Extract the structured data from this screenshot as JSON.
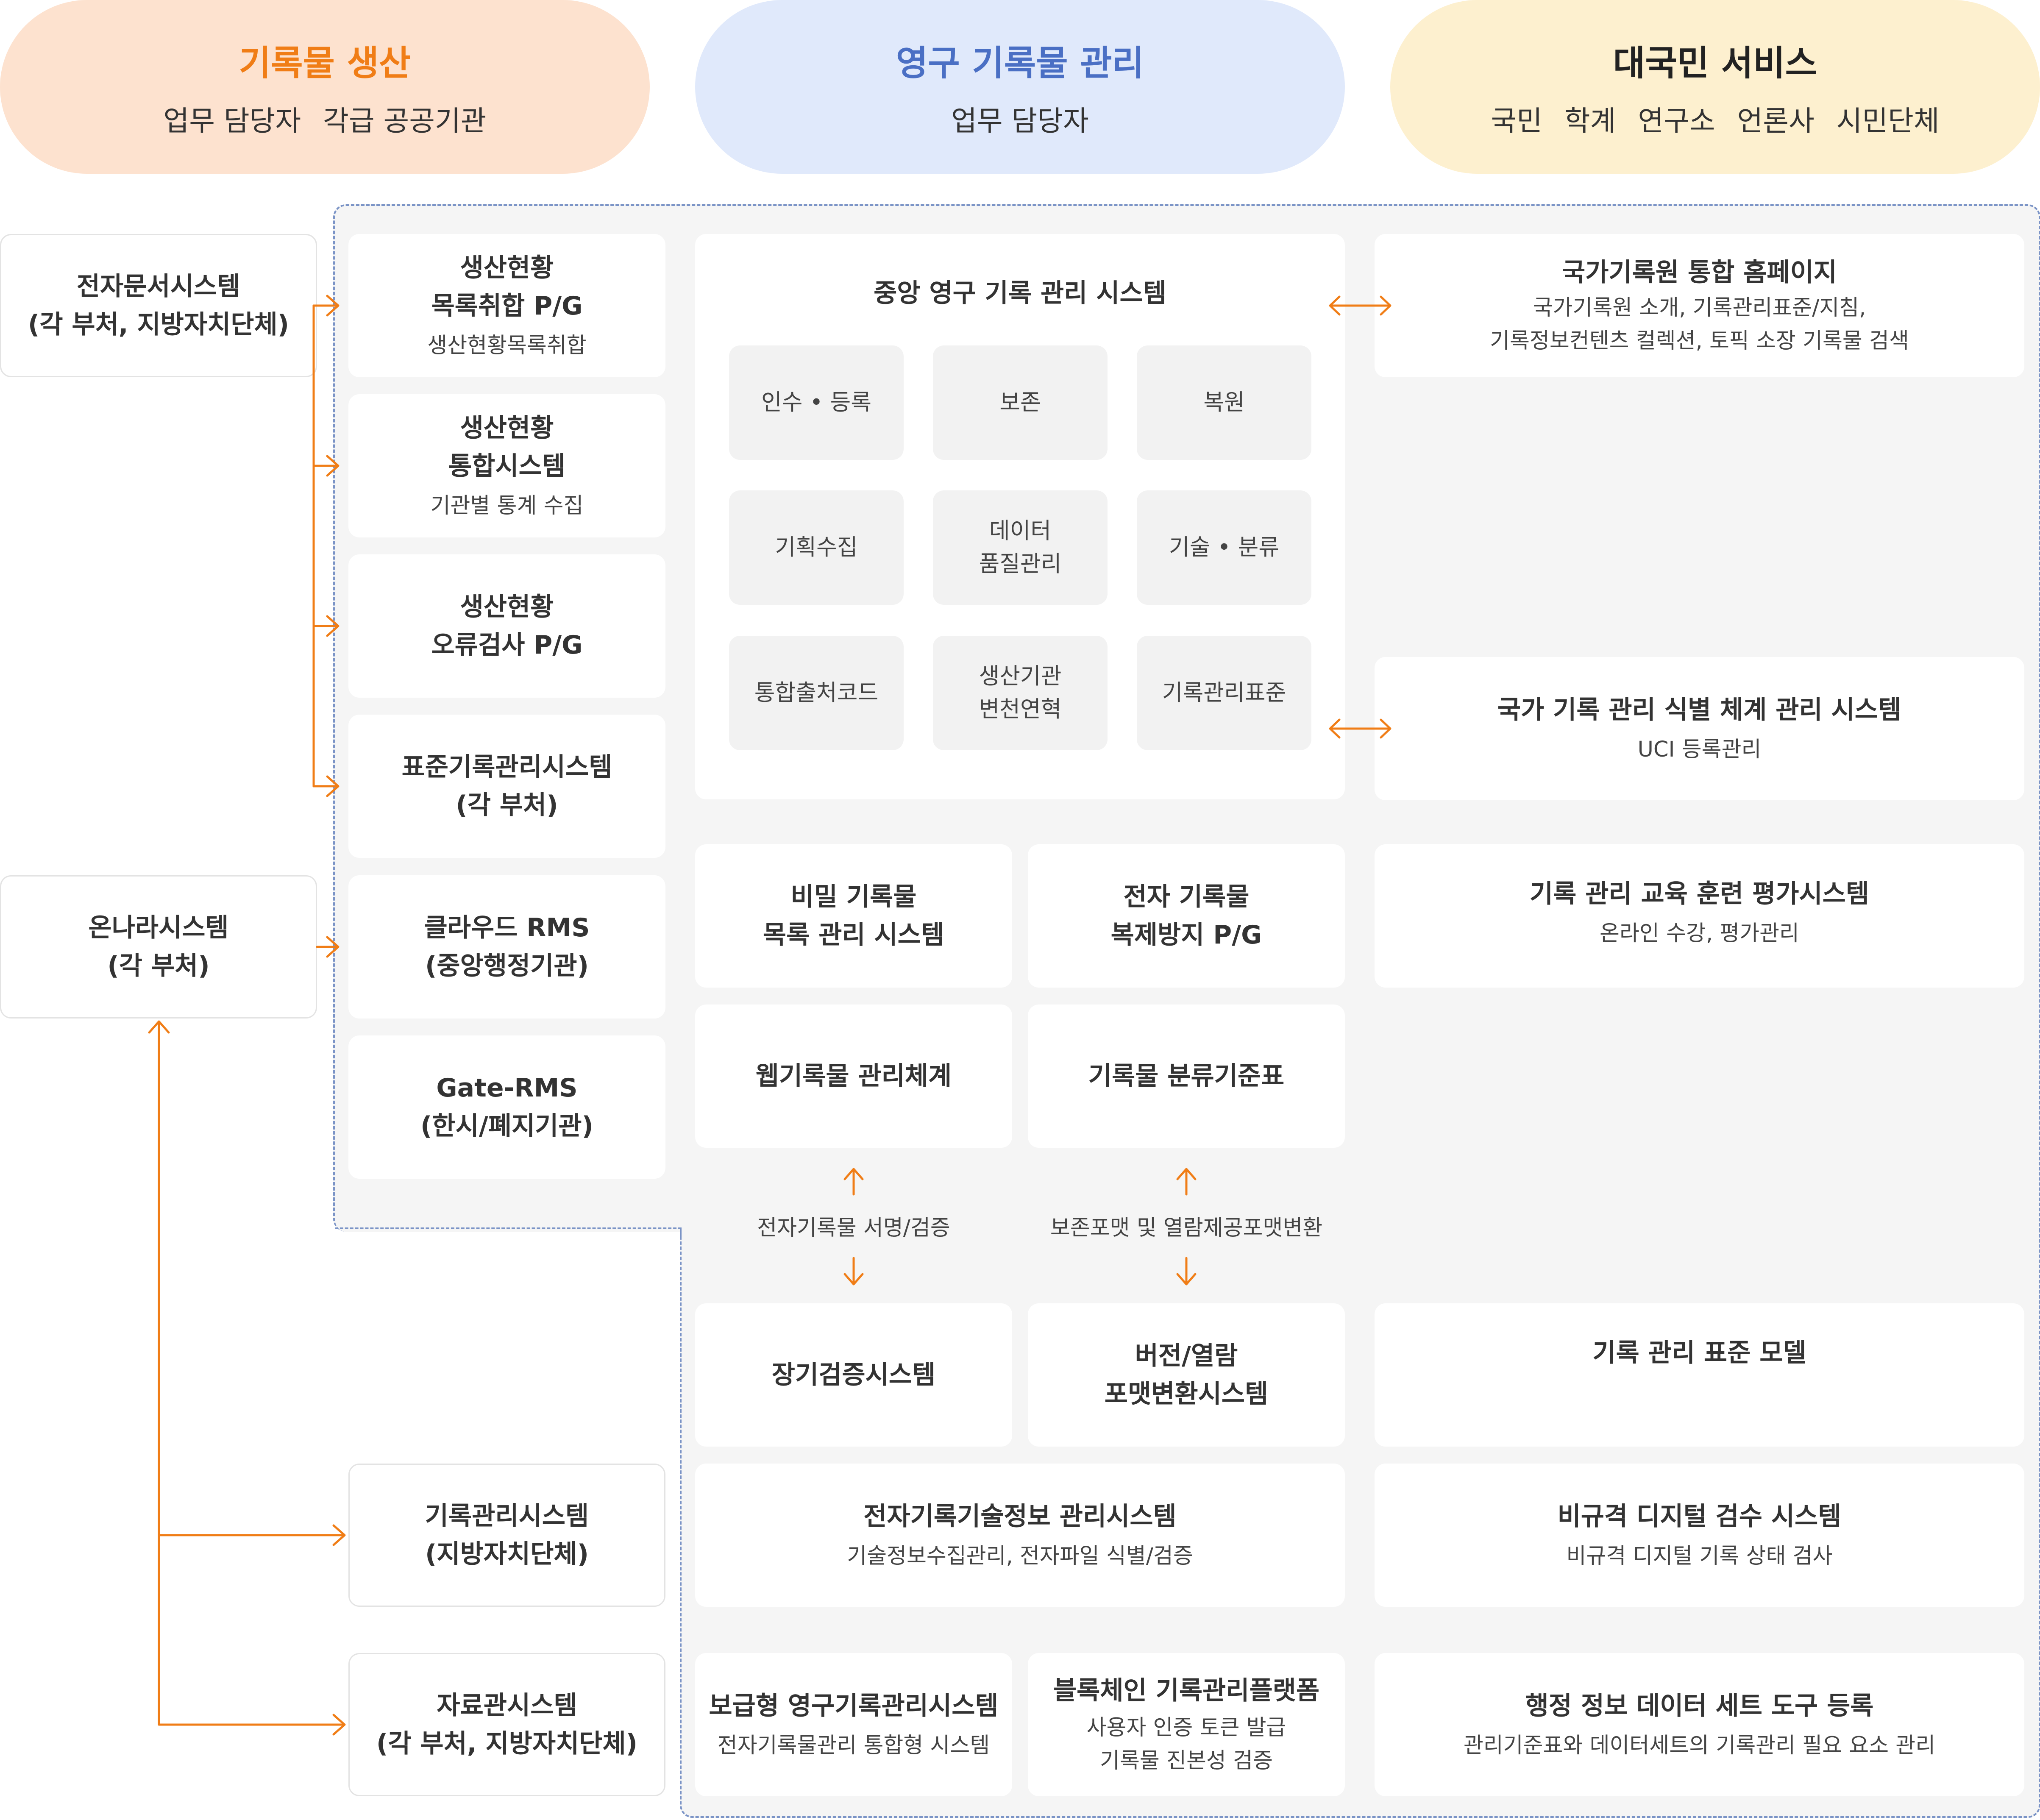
{
  "header": {
    "production": {
      "title": "기록물 생산",
      "subs": [
        "업무 담당자",
        "각급 공공기관"
      ]
    },
    "management": {
      "title": "영구 기록물 관리",
      "subs": [
        "업무 담당자"
      ]
    },
    "service": {
      "title": "대국민 서비스",
      "subs": [
        "국민",
        "학계",
        "연구소",
        "언론사",
        "시민단체"
      ]
    }
  },
  "colors": {
    "accent_orange": "#f07d16",
    "accent_blue": "#4a6fc4",
    "production_bg": "#fde2cf",
    "management_bg": "#e0e9fb",
    "service_bg": "#fdf0cf",
    "panel_bg": "#f5f5f5"
  },
  "sources": {
    "edms": "전자문서시스템\n(각 부처, 지방자치단체)",
    "onnara": "온나라시스템\n(각 부처)"
  },
  "left_col": {
    "catalog": {
      "title": "생산현황\n목록취합 P/G",
      "sub": "생산현황목록취합"
    },
    "integrated": {
      "title": "생산현황\n통합시스템",
      "sub": "기관별 통계 수집"
    },
    "error": {
      "title": "생산현황\n오류검사 P/G"
    },
    "standard": {
      "title": "표준기록관리시스템\n(각 부처)"
    },
    "cloud": {
      "title": "클라우드 RMS\n(중앙행정기관)"
    },
    "gate": {
      "title": "Gate-RMS\n(한시/폐지기관)"
    },
    "rms_local": {
      "title": "기록관리시스템\n(지방자치단체)"
    },
    "archive": {
      "title": "자료관시스템\n(각 부처, 지방자치단체)"
    }
  },
  "central": {
    "title": "중앙 영구 기록 관리 시스템",
    "modules": [
      "인수 • 등록",
      "보존",
      "복원",
      "기획수집",
      "데이터\n품질관리",
      "기술 • 분류",
      "통합출처코드",
      "생산기관\n변천연혁",
      "기록관리표준"
    ]
  },
  "middle": {
    "secret": "비밀 기록물\n목록 관리 시스템",
    "copyprotect": "전자 기록물\n복제방지 P/G",
    "web": "웹기록물 관리체계",
    "classification": "기록물 분류기준표",
    "sign_label": "전자기록물 서명/검증",
    "format_label": "보존포맷 및 열람제공포맷변환",
    "longterm": "장기검증시스템",
    "version": "버전/열람\n포맷변환시스템",
    "techinfo": {
      "title": "전자기록기술정보 관리시스템",
      "sub": "기술정보수집관리, 전자파일 식별/검증"
    },
    "dist": {
      "title": "보급형 영구기록관리시스템",
      "sub": "전자기록물관리 통합형 시스템"
    },
    "blockchain": {
      "title": "블록체인 기록관리플랫폼",
      "sub": "사용자 인증 토큰 발급\n기록물 진본성 검증"
    }
  },
  "right_col": {
    "homepage": {
      "title": "국가기록원 통합 홈페이지",
      "sub": "국가기록원 소개, 기록관리표준/지침,\n기록정보컨텐츠 컬렉션, 토픽 소장 기록물 검색"
    },
    "uci": {
      "title": "국가 기록 관리 식별 체계 관리 시스템",
      "sub": "UCI 등록관리"
    },
    "edu": {
      "title": "기록 관리 교육 훈련 평가시스템",
      "sub": "온라인 수강, 평가관리"
    },
    "model": {
      "title": "기록 관리 표준 모델"
    },
    "nonstd": {
      "title": "비규격 디지털 검수 시스템",
      "sub": "비규격 디지털 기록 상태 검사"
    },
    "dataset": {
      "title": "행정 정보 데이터 세트 도구 등록",
      "sub": "관리기준표와 데이터세트의 기록관리 필요 요소 관리"
    }
  }
}
